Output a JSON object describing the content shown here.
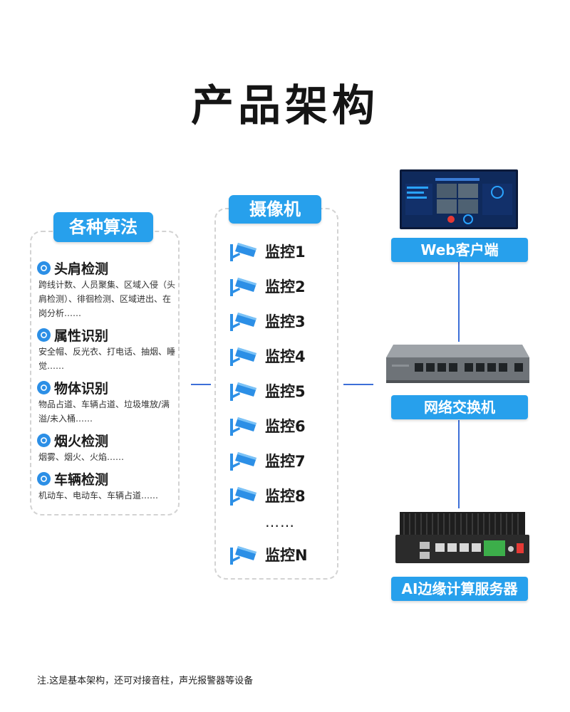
{
  "title": "产品架构",
  "algorithms": {
    "heading": "各种算法",
    "items": [
      {
        "title": "头肩检测",
        "desc": "跨线计数、人员聚集、区域入侵（头肩检测）、徘徊检测、区域进出、在岗分析……"
      },
      {
        "title": "属性识别",
        "desc": "安全帽、反光衣、打电话、抽烟、睡觉……"
      },
      {
        "title": "物体识别",
        "desc": "物品占道、车辆占道、垃圾堆放/满溢/未入桶……"
      },
      {
        "title": "烟火检测",
        "desc": "烟雾、烟火、火焰……"
      },
      {
        "title": "车辆检测",
        "desc": "机动车、电动车、车辆占道……"
      }
    ]
  },
  "cameras": {
    "heading": "摄像机",
    "items": [
      "监控1",
      "监控2",
      "监控3",
      "监控4",
      "监控5",
      "监控6",
      "监控7",
      "监控8"
    ],
    "ellipsis": "……",
    "last": "监控N"
  },
  "devices": {
    "web_client": "Web客户端",
    "switch": "网络交换机",
    "server": "AI边缘计算服务器"
  },
  "note": "注.这是基本架构，还可对接音柱，声光报警器等设备",
  "colors": {
    "accent": "#27a0ec",
    "line": "#3d6fd8",
    "icon": "#2c8fe6"
  }
}
